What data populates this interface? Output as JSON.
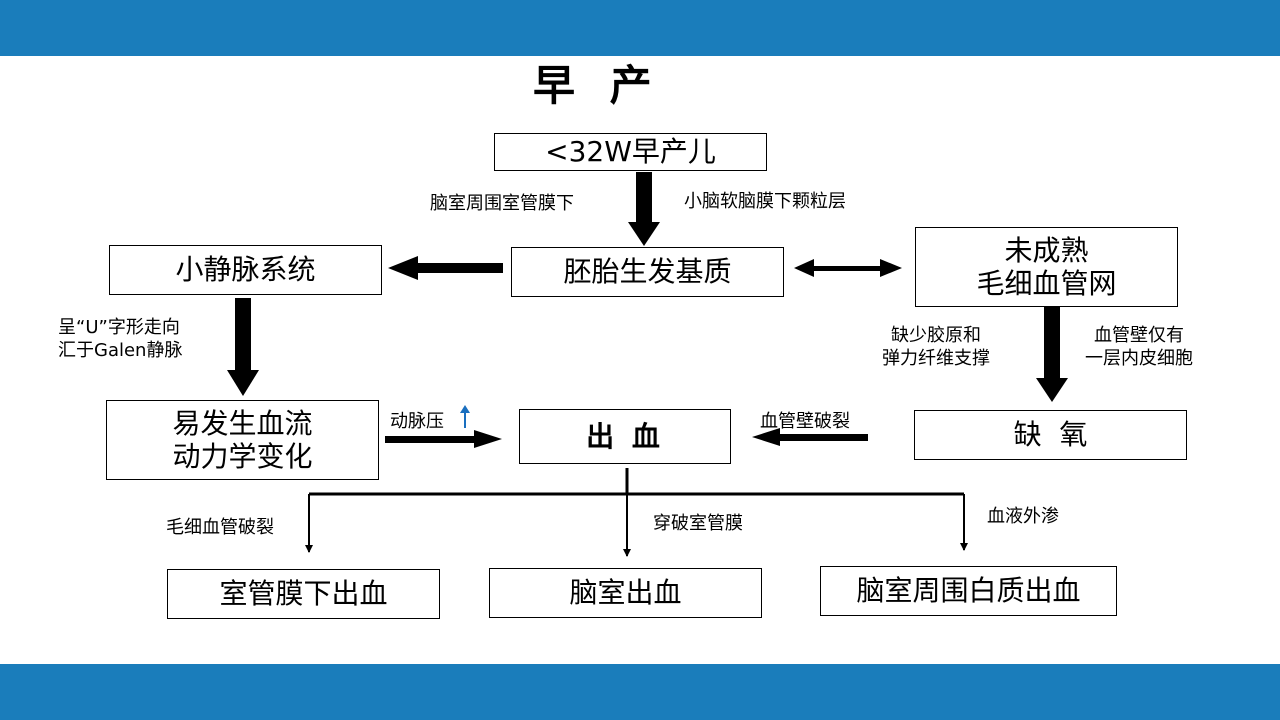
{
  "colors": {
    "band": "#1a7dbb",
    "accent_arrow": "#1a6fbf",
    "text": "#000000"
  },
  "title": "早 产",
  "boxes": {
    "preterm": "<32W早产儿",
    "germinal": "胚胎生发基质",
    "small_vein_system": "小静脉系统",
    "immature_capillary": [
      "未成熟",
      "毛细血管网"
    ],
    "hemodynamic": [
      "易发生血流",
      "动力学变化"
    ],
    "hemorrhage": "出 血",
    "hypoxia": "缺  氧",
    "subependymal": "室管膜下出血",
    "intraventricular": "脑室出血",
    "periventricular": "脑室周围白质出血"
  },
  "labels": {
    "periventricular_subependymal": "脑室周围室管膜下",
    "cerebellar_granular": "小脑软脑膜下颗粒层",
    "u_shape": [
      "呈“U”字形走向",
      "汇于Galen静脉"
    ],
    "arterial_pressure": "动脉压",
    "collagen": [
      "缺少胶原和",
      "弹力纤维支撑"
    ],
    "endothelium": [
      "血管壁仅有",
      "一层内皮细胞"
    ],
    "wall_rupture": "血管壁破裂",
    "capillary_rupture": "毛细血管破裂",
    "penetrate_ependyma": "穿破室管膜",
    "extravasation": "血液外渗"
  },
  "icons": {
    "arterial_pressure_up": "arrow-up-icon"
  }
}
